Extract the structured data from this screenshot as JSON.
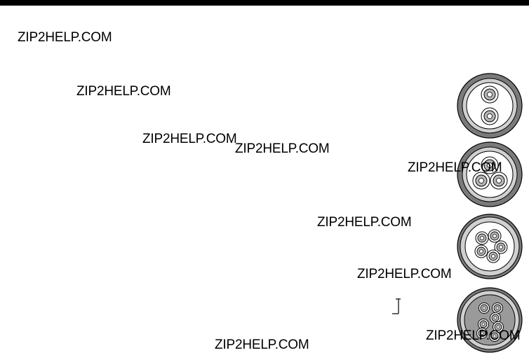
{
  "watermarks": [
    "ZIP2HELP.COM",
    "ZIP2HELP.COM",
    "ZIP2HELP.COM",
    "ZIP2HELP.COM",
    "ZIP2HELP.COM",
    "ZIP2HELP.COM",
    "ZIP2HELP.COM",
    "ZIP2HELP.COM",
    "ZIP2HELP.COM"
  ],
  "colors": {
    "top_bar": "#000000",
    "sheath_dark": "#7a7a7a",
    "sheath_light": "#cfcfcf",
    "core": "#b5b5b5",
    "text": "#000000"
  },
  "icons": {
    "cable_2_core": "cable-2-core-icon",
    "cable_3_core": "cable-3-core-icon",
    "cable_5_core": "cable-5-core-icon",
    "cable_7_core": "cable-7-core-icon",
    "text_cursor": "text-cursor-icon"
  }
}
